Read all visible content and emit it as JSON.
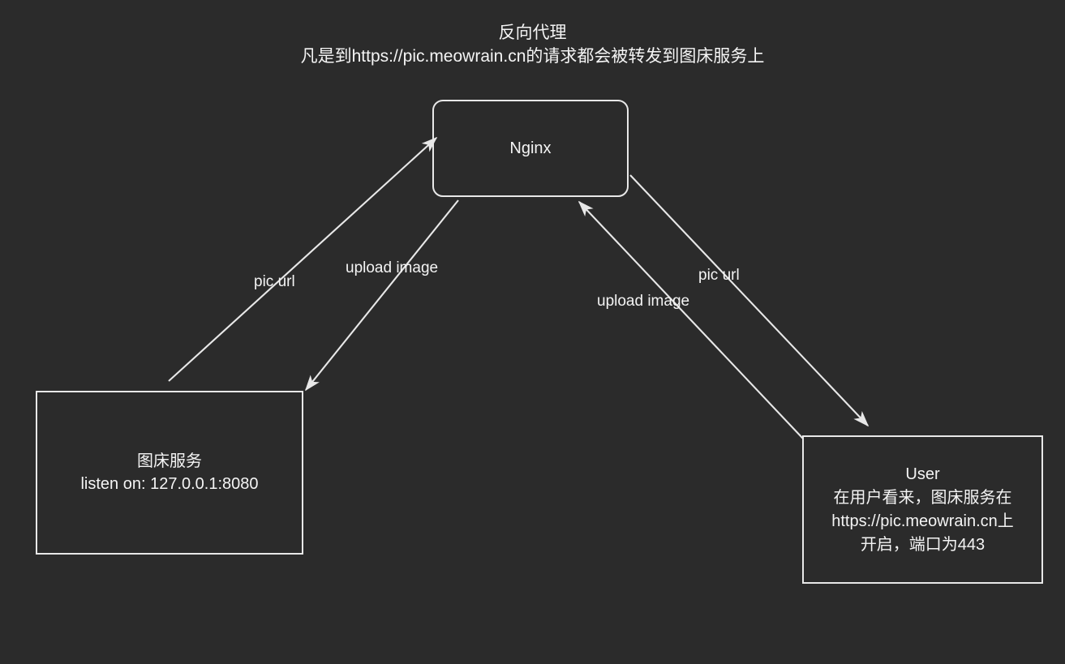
{
  "diagram": {
    "background_color": "#2b2b2b",
    "stroke_color": "#e8e8e8",
    "text_color": "#f4f4f4",
    "title": {
      "line1": "反向代理",
      "line2": "凡是到https://pic.meowrain.cn的请求都会被转发到图床服务上"
    },
    "nodes": {
      "nginx": {
        "label": "Nginx"
      },
      "imagehost": {
        "line1": "图床服务",
        "line2": "listen on: 127.0.0.1:8080"
      },
      "user": {
        "line1": "User",
        "line2": "在用户看来，图床服务在",
        "line3": "https://pic.meowrain.cn上",
        "line4": "开启，端口为443"
      }
    },
    "edges": {
      "picurl_left": "pic url",
      "upload_left": "upload image",
      "picurl_right": "pic url",
      "upload_right": "upload image"
    }
  }
}
